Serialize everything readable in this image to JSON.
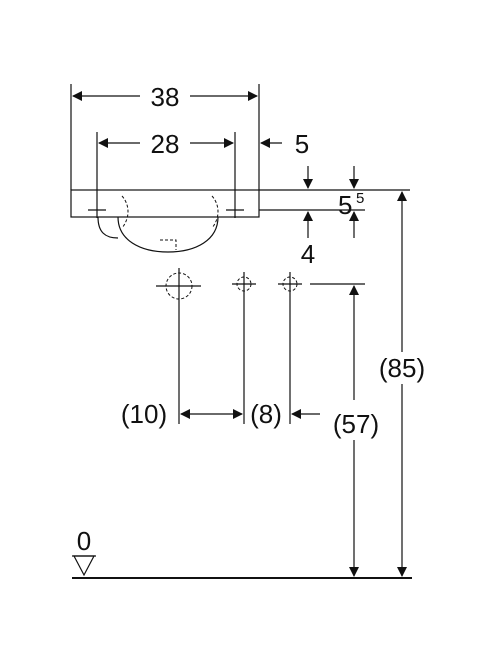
{
  "dimensions": {
    "width_outer": "38",
    "width_inner": "28",
    "offset_right": "5",
    "rim_height_main": "5",
    "rim_height_sup": "5",
    "bowl_depth": "4",
    "total_height": "(85)",
    "outlet_height": "(57)",
    "drain_offset": "(10)",
    "tap_spacing": "(8)",
    "floor_level": "0"
  }
}
